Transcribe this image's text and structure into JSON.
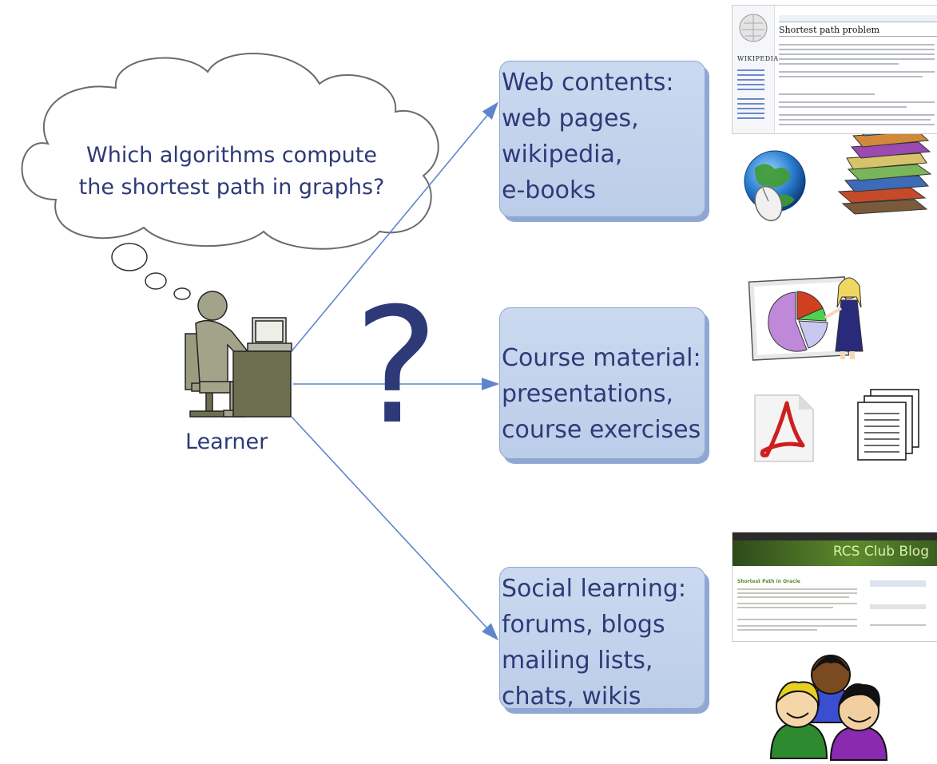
{
  "thought": {
    "text_line1": "Which algorithms compute",
    "text_line2": "the shortest path in graphs?"
  },
  "learner_label": "Learner",
  "question_mark": "?",
  "boxes": {
    "web": {
      "lines": [
        "Web contents:",
        "web pages,",
        "wikipedia,",
        "e-books"
      ]
    },
    "course": {
      "lines": [
        "Course material:",
        "presentations,",
        "course exercises"
      ]
    },
    "social": {
      "lines": [
        "Social learning:",
        "forums, blogs",
        "mailing lists,",
        "chats, wikis"
      ]
    }
  },
  "thumbnails": {
    "wiki_heading": "Shortest path problem",
    "wiki_brand": "WIKIPEDIA",
    "blog_title": "RCS Club Blog",
    "blog_post": "Shortest Path in Oracle"
  },
  "colors": {
    "text": "#2e3a78",
    "box_fill": "#c5d4ee",
    "box_shadow": "#8fa8d3",
    "arrow": "#5f86cc",
    "learner": "#a3a38a",
    "desk": "#6e6e50"
  }
}
